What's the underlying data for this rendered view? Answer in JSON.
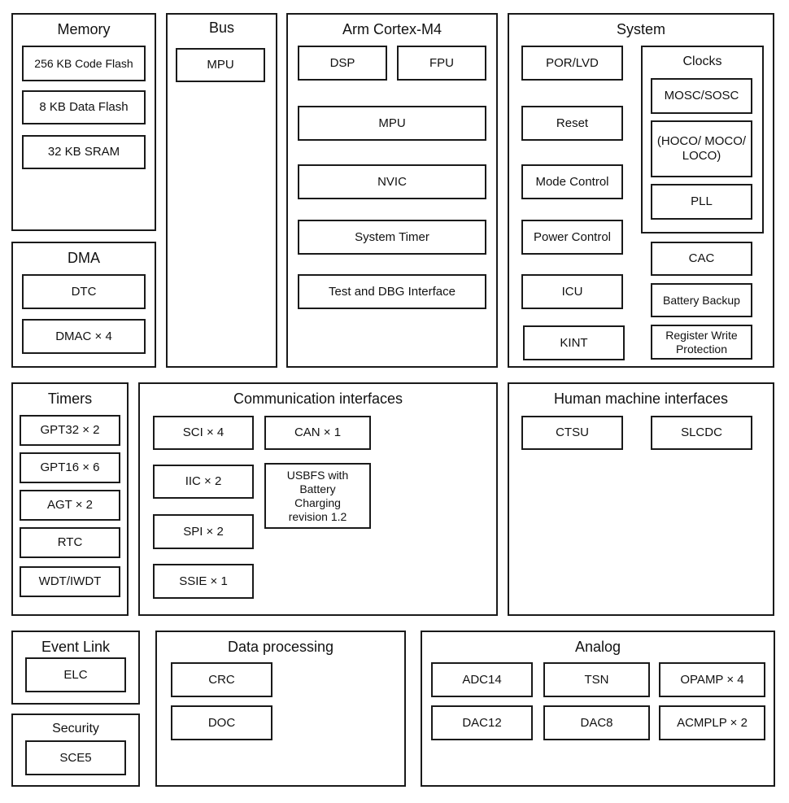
{
  "memory": {
    "title": "Memory",
    "items": [
      "256 KB Code Flash",
      "8 KB Data Flash",
      "32 KB SRAM"
    ]
  },
  "bus": {
    "title": "Bus",
    "items": [
      "MPU"
    ]
  },
  "cortex": {
    "title": "Arm Cortex-M4",
    "items": [
      "DSP",
      "FPU",
      "MPU",
      "NVIC",
      "System Timer",
      "Test and DBG Interface"
    ]
  },
  "system": {
    "title": "System",
    "items": [
      "POR/LVD",
      "Reset",
      "Mode Control",
      "Power Control",
      "ICU",
      "KINT",
      "CAC",
      "Battery Backup",
      "Register Write Protection"
    ],
    "clocks": {
      "title": "Clocks",
      "items": [
        "MOSC/SOSC",
        "(HOCO/ MOCO/ LOCO)",
        "PLL"
      ]
    }
  },
  "dma": {
    "title": "DMA",
    "items": [
      "DTC",
      "DMAC × 4"
    ]
  },
  "timers": {
    "title": "Timers",
    "items": [
      "GPT32 × 2",
      "GPT16 × 6",
      "AGT × 2",
      "RTC",
      "WDT/IWDT"
    ]
  },
  "comm": {
    "title": "Communication interfaces",
    "items": [
      "SCI × 4",
      "CAN × 1",
      "IIC × 2",
      "USBFS with Battery Charging revision 1.2",
      "SPI × 2",
      "SSIE × 1"
    ]
  },
  "hmi": {
    "title": "Human machine interfaces",
    "items": [
      "CTSU",
      "SLCDC"
    ]
  },
  "event_link": {
    "title": "Event Link",
    "items": [
      "ELC"
    ]
  },
  "security": {
    "title": "Security",
    "items": [
      "SCE5"
    ]
  },
  "dataproc": {
    "title": "Data processing",
    "items": [
      "CRC",
      "DOC"
    ]
  },
  "analog": {
    "title": "Analog",
    "items": [
      "ADC14",
      "TSN",
      "OPAMP × 4",
      "DAC12",
      "DAC8",
      "ACMPLP × 2"
    ]
  }
}
